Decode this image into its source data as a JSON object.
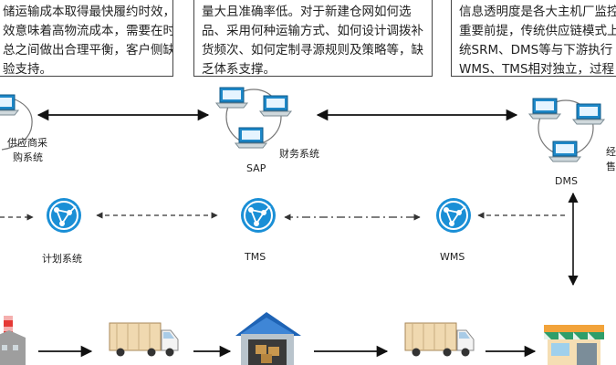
{
  "text_boxes": {
    "left": [
      "储运输成本取得最快履约时效，",
      "效意味着高物流成本，需要在时",
      "总之间做出合理平衡，客户侧缺",
      "验支持。"
    ],
    "middle": [
      "量大且准确率低。对于新建仓网如何选",
      "品、采用何种运输方式、如何设计调拨补",
      "货频次、如何定制寻源规则及策略等，缺",
      "乏体系支撑。"
    ],
    "right": [
      "信息透明度是各大主机厂监控",
      "重要前提，传统供应链模式上",
      "统SRM、DMS等与下游执行",
      "WMS、TMS相对独立，过程"
    ]
  },
  "systems": {
    "supplier": [
      "供应商采",
      "购系统"
    ],
    "sap": "SAP",
    "finance": "财务系统",
    "dms": "DMS",
    "dealer_partial": [
      "经",
      "售"
    ],
    "planning": "计划系统",
    "tms": "TMS",
    "wms": "WMS"
  },
  "colors": {
    "monitor_blue": "#1e88c8",
    "node_blue": "#1a8fd6",
    "arrow": "#111111",
    "dashed": "#333333"
  },
  "icons": [
    "laptop-icon",
    "network-node-icon",
    "delivery-truck-icon",
    "warehouse-icon",
    "factory-icon",
    "store-icon"
  ]
}
